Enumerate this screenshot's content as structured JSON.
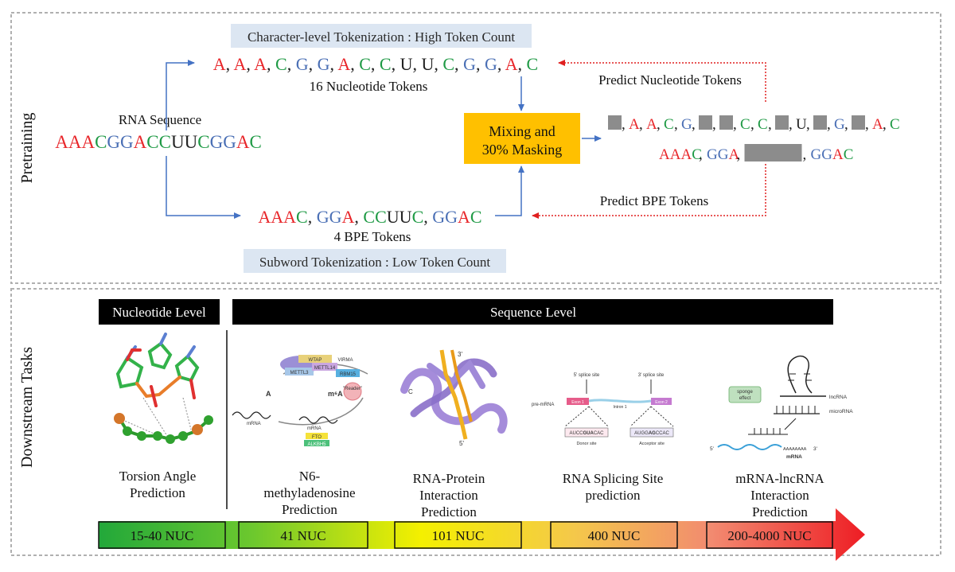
{
  "colors": {
    "A": "#e8262a",
    "C": "#1f9a45",
    "G": "#4a6fb5",
    "U": "#222222",
    "arrow_blue": "#4472c4",
    "arrow_red": "#e02020",
    "mask_gray": "#8c8c8c",
    "label_box": "#dce6f2",
    "mixing_box": "#ffc000",
    "black_banner": "#000000"
  },
  "pretraining": {
    "section_label": "Pretraining",
    "char_title": "Character-level Tokenization : High Token Count",
    "char_tokens": [
      "A",
      "A",
      "A",
      "C",
      "G",
      "G",
      "A",
      "C",
      "C",
      "U",
      "U",
      "C",
      "G",
      "G",
      "A",
      "C"
    ],
    "char_count_label": "16 Nucleotide Tokens",
    "rna_label": "RNA Sequence",
    "rna_sequence": "AAACGGACCUUCGGAC",
    "bpe_tokens": [
      "AAAC",
      "GGA",
      "CCUUC",
      "GGAC"
    ],
    "bpe_count_label": "4 BPE Tokens",
    "subword_title": "Subword Tokenization : Low Token Count",
    "mixing_line1": "Mixing and",
    "mixing_line2": "30% Masking",
    "masked_char_tokens": [
      "#",
      "A",
      "A",
      "C",
      "G",
      "#",
      "#",
      "C",
      "C",
      "#",
      "U",
      "#",
      "G",
      "#",
      "A",
      "C"
    ],
    "masked_bpe_tokens": [
      "AAAC",
      "GGA",
      "#",
      "GGAC"
    ],
    "predict_nuc_label": "Predict Nucleotide Tokens",
    "predict_bpe_label": "Predict BPE Tokens"
  },
  "downstream": {
    "section_label": "Downstream Tasks",
    "nucleotide_level_label": "Nucleotide Level",
    "sequence_level_label": "Sequence Level",
    "tasks": [
      {
        "title_lines": [
          "Torsion Angle",
          "Prediction"
        ],
        "nuc": "15-40 NUC"
      },
      {
        "title_lines": [
          "N6-",
          "methyladenosine",
          "Prediction"
        ],
        "nuc": "41 NUC"
      },
      {
        "title_lines": [
          "RNA-Protein",
          "Interaction",
          "Prediction"
        ],
        "nuc": "101 NUC"
      },
      {
        "title_lines": [
          "RNA Splicing Site",
          "prediction"
        ],
        "nuc": "400 NUC"
      },
      {
        "title_lines": [
          "mRNA-lncRNA",
          "Interaction",
          "Prediction"
        ],
        "nuc": "200-4000 NUC"
      }
    ],
    "m6a_figure": {
      "wtap": "WTAP",
      "virma": "VIRMA",
      "mettl14": "METTL14",
      "mettl3": "METTL3",
      "rbm15": "RBM15",
      "a": "A",
      "m6a": "m⁶A",
      "mrna": "mRNA",
      "reader": "\"Reader\"",
      "fto": "FTO",
      "alkbh5": "ALKBH5"
    },
    "protein_figure": {
      "three_prime": "3'",
      "five_prime": "5'",
      "c_label": "C"
    },
    "splice_figure": {
      "five_splice": "5' splice site",
      "three_splice": "3' splice site",
      "pre_mrna": "pre-mRNA",
      "exon1": "Exon 1",
      "intron": "Intron 1",
      "exon2": "Exon 2",
      "donor_seq_a": "AUCC",
      "donor_seq_b": "GUA",
      "donor_seq_c": "CAC",
      "acceptor_seq_a": "AUGG",
      "acceptor_seq_b": "AG",
      "acceptor_seq_c": "CCAC",
      "donor_label": "Donor site",
      "acceptor_label": "Acceptor site"
    },
    "lnc_figure": {
      "sponge_line1": "sponge",
      "sponge_line2": "effect",
      "lncrna": "lncRNA",
      "microrna": "microRNA",
      "mrna": "mRNA",
      "five_prime": "5'",
      "three_prime": "3'",
      "poly_a": "AAAAAAAA"
    }
  }
}
